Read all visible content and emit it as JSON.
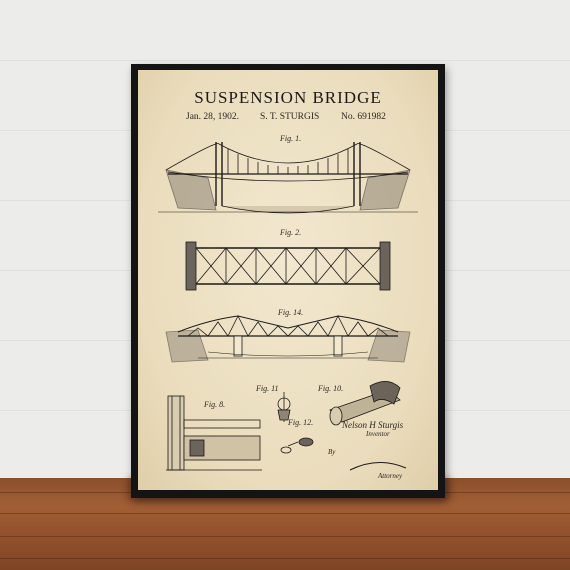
{
  "poster": {
    "title": "SUSPENSION BRIDGE",
    "date": "Jan. 28, 1902.",
    "inventor": "S. T. STURGIS",
    "patent_no": "No. 691982"
  },
  "figures": {
    "fig1": "Fig. 1.",
    "fig2": "Fig. 2.",
    "fig14": "Fig. 14.",
    "fig8": "Fig. 8.",
    "fig11": "Fig. 11",
    "fig10": "Fig. 10.",
    "fig12": "Fig. 12."
  },
  "signature": {
    "inventor_name": "Nelson H Sturgis",
    "inventor_role": "Inventor",
    "by": "By",
    "attorney_role": "Attorney"
  },
  "colors": {
    "frame": "#141414",
    "paper": "#eadcbc",
    "ink": "#1c1a17",
    "floor": "#a25f35",
    "wall": "#ececea"
  }
}
